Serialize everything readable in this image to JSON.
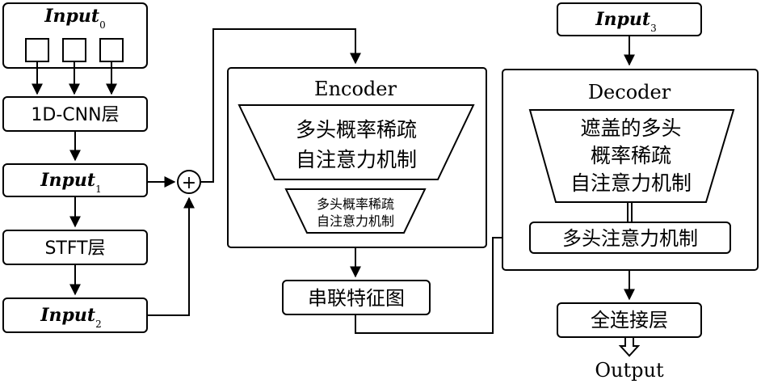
{
  "input0": {
    "base": "Input",
    "sub": "0"
  },
  "input1": {
    "base": "Input",
    "sub": "1"
  },
  "input2": {
    "base": "Input",
    "sub": "2"
  },
  "input3": {
    "base": "Input",
    "sub": "3"
  },
  "cnn_layer": "1D-CNN层",
  "stft_layer": "STFT层",
  "add_symbol": "+",
  "encoder": {
    "title": "Encoder",
    "attn_big_line1": "多头概率稀疏",
    "attn_big_line2": "自注意力机制",
    "attn_small_line1": "多头概率稀疏",
    "attn_small_line2": "自注意力机制"
  },
  "concat_feature_map": "串联特征图",
  "decoder": {
    "title": "Decoder",
    "masked_line1": "遮盖的多头",
    "masked_line2": "概率稀疏",
    "masked_line3": "自注意力机制",
    "multihead": "多头注意力机制"
  },
  "fc_layer": "全连接层",
  "output": "Output"
}
